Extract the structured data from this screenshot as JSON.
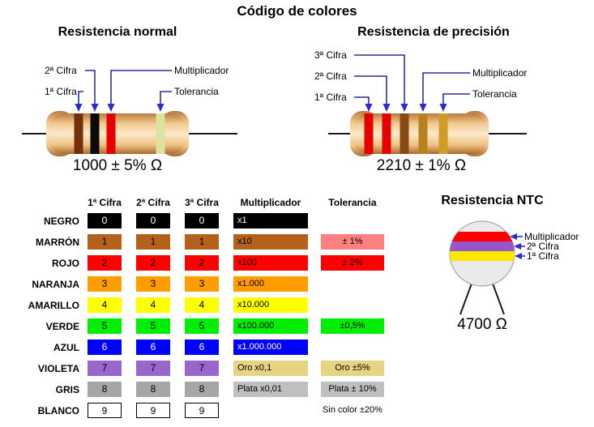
{
  "title": "Código de colores",
  "normal": {
    "heading": "Resistencia normal",
    "value": "1000 ± 5% Ω",
    "labels": {
      "first": "1ª Cifra",
      "second": "2ª Cifra",
      "multiplier": "Multiplicador",
      "tolerance": "Tolerancia"
    },
    "bands": [
      "#73300a",
      "#0a0a0a",
      "#e60000",
      "#dce39e"
    ]
  },
  "precision": {
    "heading": "Resistencia de precisión",
    "value": "2210 ± 1% Ω",
    "labels": {
      "first": "1ª Cifra",
      "second": "2ª Cifra",
      "third": "3ª Cifra",
      "multiplier": "Multiplicador",
      "tolerance": "Tolerancia"
    },
    "bands": [
      "#e60000",
      "#e60000",
      "#8a4a14",
      "#b8811e",
      "#cf9d26"
    ]
  },
  "ntc": {
    "heading": "Resistencia NTC",
    "value": "4700 Ω",
    "labels": {
      "multiplier": "Multiplicador",
      "second": "2ª Cifra",
      "first": "1ª Cifra"
    },
    "bands": [
      "#ff0000",
      "#9955cc",
      "#ffe800"
    ]
  },
  "table": {
    "headers": [
      "1ª Cifra",
      "2ª Cifra",
      "3ª Cifra",
      "Multiplicador",
      "Tolerancia"
    ],
    "rows": [
      {
        "name": "NEGRO",
        "digit": "0",
        "digit_bg": "#000000",
        "digit_fg": "#ffffff",
        "digit_border": false,
        "multiplier": "x1",
        "multiplier_bg": "#000000",
        "multiplier_fg": "#ffffff",
        "tolerance": "",
        "tolerance_bg": "",
        "tolerance_border": false
      },
      {
        "name": "MARRÓN",
        "digit": "1",
        "digit_bg": "#b4611c",
        "digit_fg": "#000000",
        "digit_border": false,
        "multiplier": "x10",
        "multiplier_bg": "#b4611c",
        "multiplier_fg": "#000000",
        "tolerance": "± 1%",
        "tolerance_bg": "#ff8080",
        "tolerance_border": false
      },
      {
        "name": "ROJO",
        "digit": "2",
        "digit_bg": "#ff0000",
        "digit_fg": "#000000",
        "digit_border": false,
        "multiplier": "x100",
        "multiplier_bg": "#ff0000",
        "multiplier_fg": "#000000",
        "tolerance": "± 2%",
        "tolerance_bg": "#ff0000",
        "tolerance_border": false
      },
      {
        "name": "NARANJA",
        "digit": "3",
        "digit_bg": "#ff9d00",
        "digit_fg": "#000000",
        "digit_border": false,
        "multiplier": "x1.000",
        "multiplier_bg": "#ff9d00",
        "multiplier_fg": "#000000",
        "tolerance": "",
        "tolerance_bg": "",
        "tolerance_border": false
      },
      {
        "name": "AMARILLO",
        "digit": "4",
        "digit_bg": "#ffff00",
        "digit_fg": "#000000",
        "digit_border": false,
        "multiplier": "x10.000",
        "multiplier_bg": "#ffff00",
        "multiplier_fg": "#000000",
        "tolerance": "",
        "tolerance_bg": "",
        "tolerance_border": false
      },
      {
        "name": "VERDE",
        "digit": "5",
        "digit_bg": "#00ee00",
        "digit_fg": "#000000",
        "digit_border": false,
        "multiplier": "x100.000",
        "multiplier_bg": "#00ee00",
        "multiplier_fg": "#000000",
        "tolerance": "±0,5%",
        "tolerance_bg": "#00ee00",
        "tolerance_border": false
      },
      {
        "name": "AZUL",
        "digit": "6",
        "digit_bg": "#0000ff",
        "digit_fg": "#ffffff",
        "digit_border": false,
        "multiplier": "x1.000.000",
        "multiplier_bg": "#0000ff",
        "multiplier_fg": "#ffffff",
        "tolerance": "",
        "tolerance_bg": "",
        "tolerance_border": false
      },
      {
        "name": "VIOLETA",
        "digit": "7",
        "digit_bg": "#9966cc",
        "digit_fg": "#000000",
        "digit_border": false,
        "multiplier": "Oro x0,1",
        "multiplier_bg": "#e6d482",
        "multiplier_fg": "#000000",
        "tolerance": "Oro ±5%",
        "tolerance_bg": "#e6d482",
        "tolerance_border": false
      },
      {
        "name": "GRIS",
        "digit": "8",
        "digit_bg": "#a6a6a6",
        "digit_fg": "#000000",
        "digit_border": false,
        "multiplier": "Plata x0,01",
        "multiplier_bg": "#bfbfbf",
        "multiplier_fg": "#000000",
        "tolerance": "Plata ± 10%",
        "tolerance_bg": "#bfbfbf",
        "tolerance_border": false
      },
      {
        "name": "BLANCO",
        "digit": "9",
        "digit_bg": "#ffffff",
        "digit_fg": "#000000",
        "digit_border": true,
        "multiplier": "",
        "multiplier_bg": "",
        "multiplier_fg": "",
        "tolerance": "Sin color ±20%",
        "tolerance_bg": "#ffffff",
        "tolerance_border": false
      }
    ]
  },
  "colors": {
    "pointer_line": "#00008b",
    "pointer_arrow": "#2b2bd0",
    "resistor_body_light": "#fae9c8",
    "resistor_body_dark": "#b97a3c",
    "ntc_disc": "#eaeaea"
  }
}
